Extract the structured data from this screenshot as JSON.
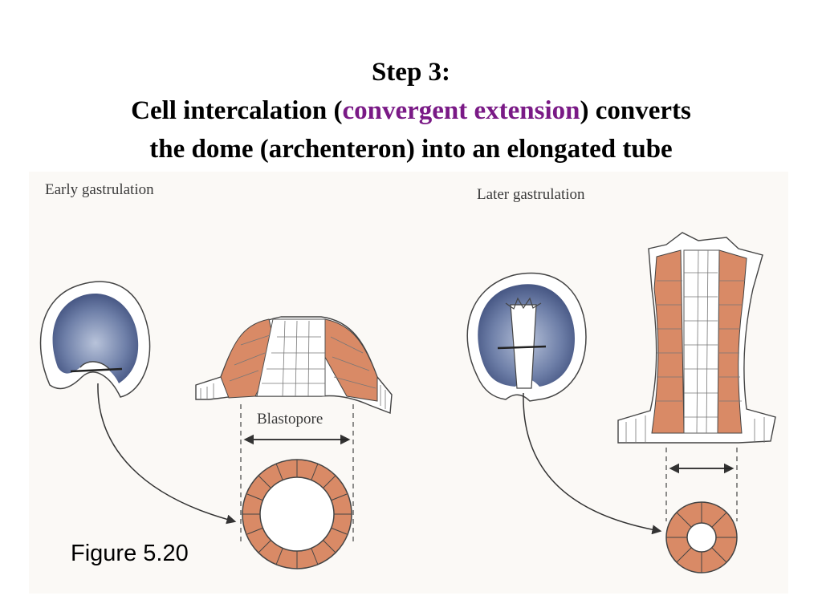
{
  "slide": {
    "heading": "Step 3:",
    "line2_prefix": "Cell intercalation (",
    "line2_highlight": "convergent extension",
    "line2_suffix": ") converts",
    "line3": "the dome (archenteron) into an elongated tube",
    "highlight_color": "#7a1a86"
  },
  "figure": {
    "panel_left_label": "Early gastrulation",
    "panel_right_label": "Later gastrulation",
    "blastopore_label": "Blastopore",
    "caption": "Figure 5.20",
    "colors": {
      "embryo_blue": "#4a5b8c",
      "cell_orange": "#d98a66",
      "outline": "#3a3a3a"
    }
  }
}
